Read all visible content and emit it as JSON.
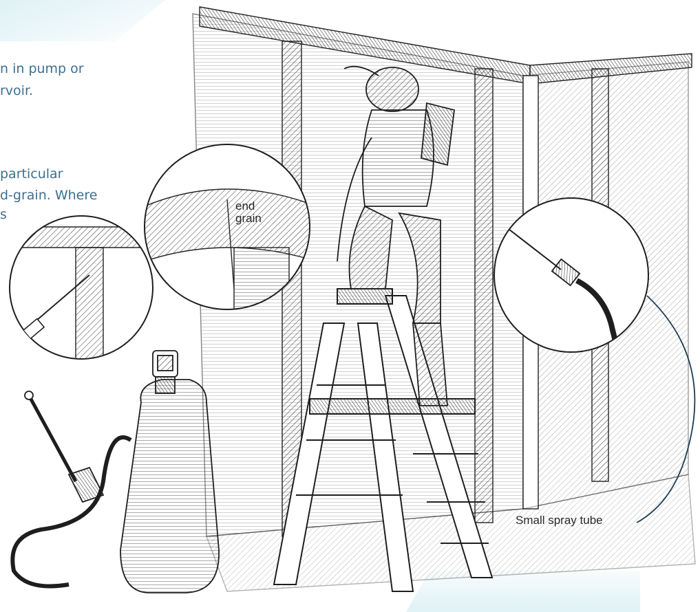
{
  "text": {
    "line1": "n in pump or",
    "line2": "rvoir.",
    "line3": "particular",
    "line4": "d-grain. Where",
    "line5": "s"
  },
  "labels": {
    "end": "end",
    "grain": "grain",
    "spray_tube": "Small spray tube"
  },
  "colors": {
    "text_accent": "#3d6f8f",
    "tint": "#dff1f5",
    "ink": "#1e1e1e"
  }
}
